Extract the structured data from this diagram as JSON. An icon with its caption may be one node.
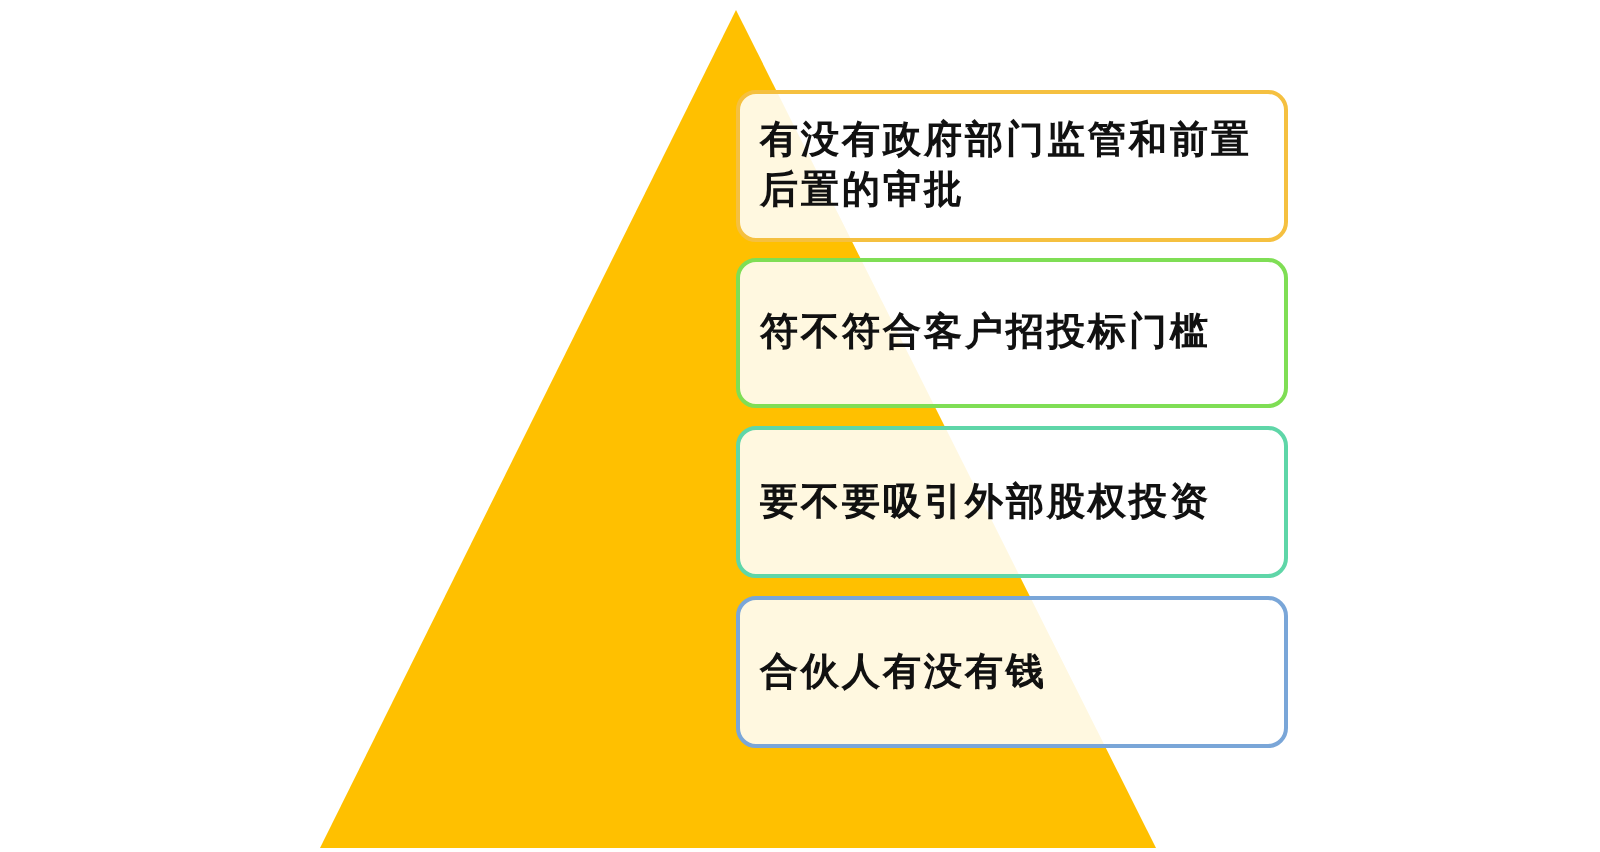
{
  "diagram": {
    "nodes": [
      {
        "text": [
          "有没有政府部门监管和前置后置的审批"
        ]
      },
      {
        "text": [
          "符不符合客户招投标门槛"
        ]
      },
      {
        "text": [
          "要不要吸引外部股权投资"
        ]
      },
      {
        "text": [
          "合伙人有没有钱"
        ]
      }
    ],
    "edges": []
  }
}
